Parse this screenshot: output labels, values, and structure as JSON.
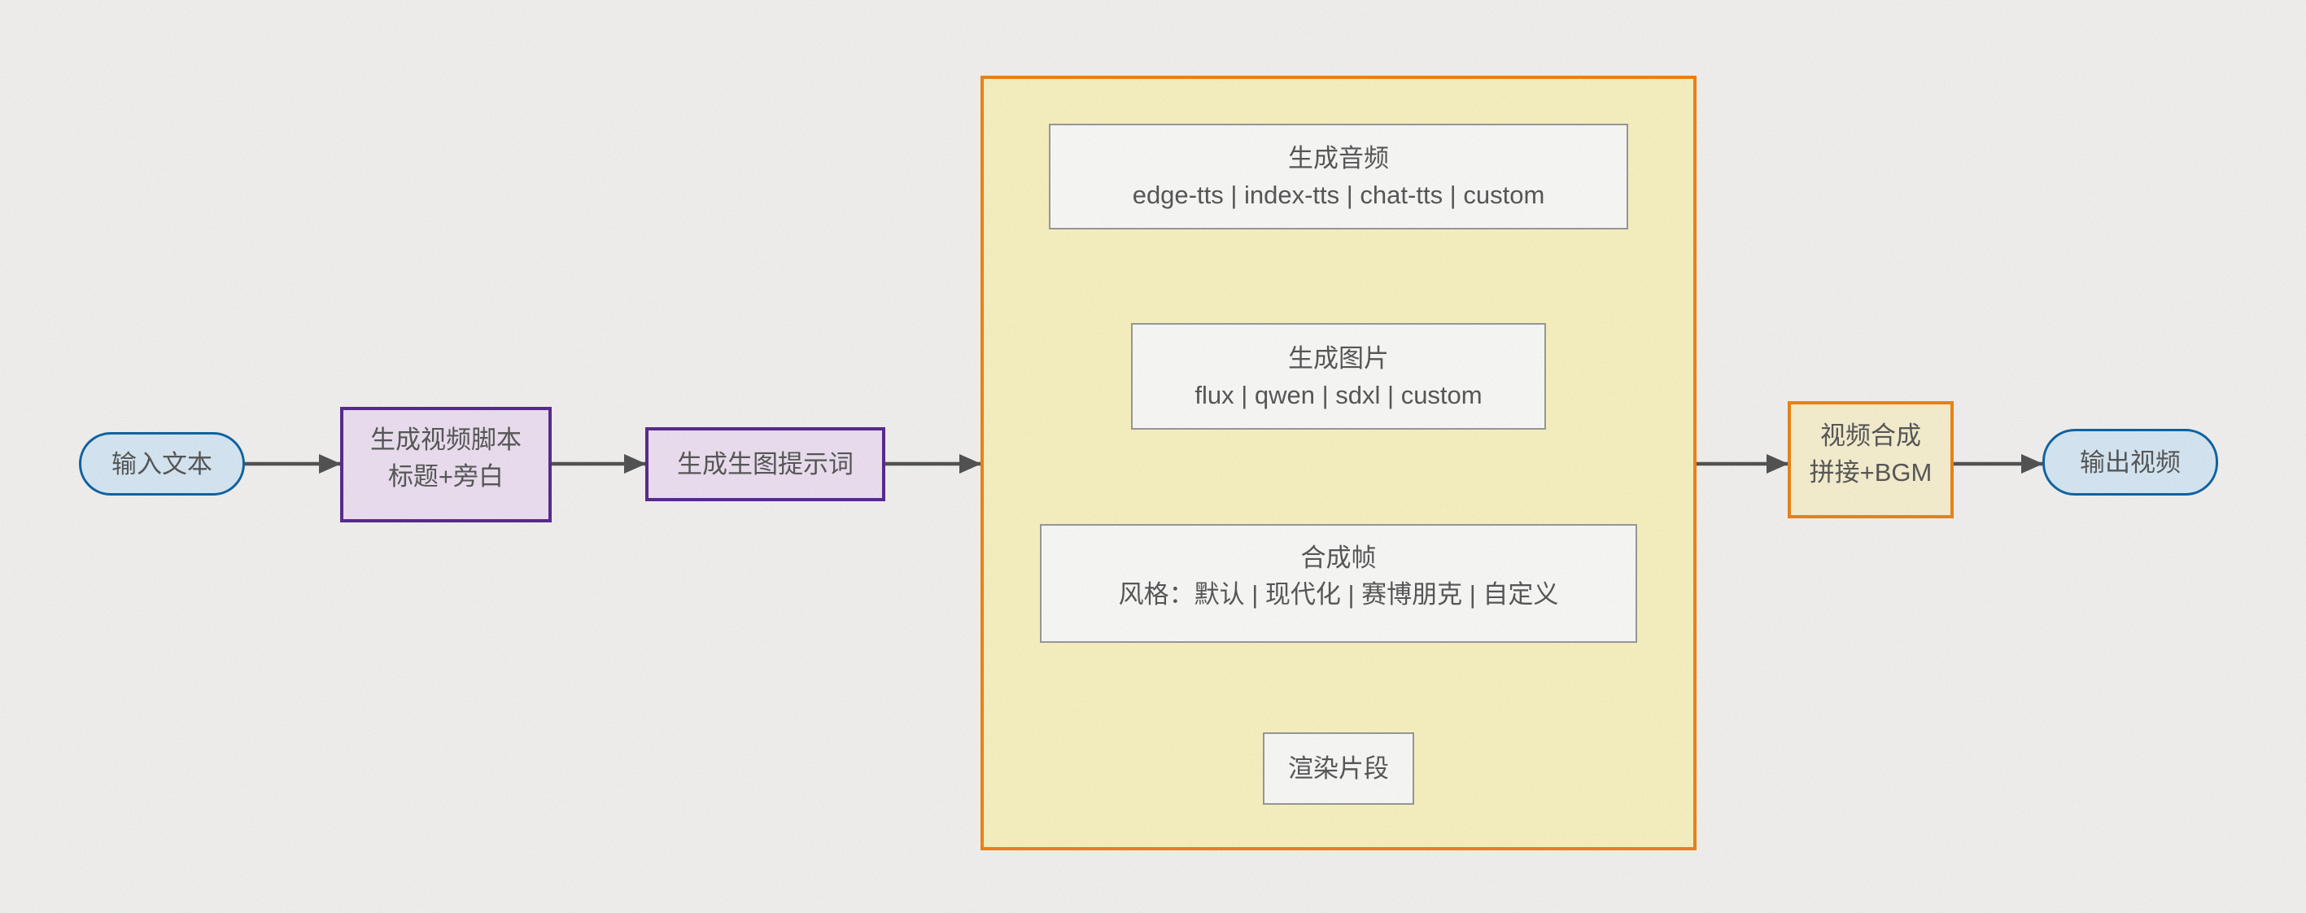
{
  "colors": {
    "background": "#f6f5f4",
    "arrow": "#555555",
    "text": "#5a5a5a",
    "pill_fill": "#daecf8",
    "pill_border": "#1266a5",
    "purple_fill": "#f0e3f5",
    "purple_border": "#5b2d8f",
    "subgraph_fill": "#fcf6c5",
    "subgraph_border": "#f0871a",
    "white_fill": "#fdfdfc",
    "white_border": "#9c9c9c",
    "compose_fill": "#faf3d3",
    "compose_border": "#f0871a"
  },
  "nodes": {
    "input": {
      "lines": [
        "输入文本"
      ]
    },
    "script": {
      "lines": [
        "生成视频脚本",
        "标题+旁白"
      ]
    },
    "prompt": {
      "lines": [
        "生成生图提示词"
      ]
    },
    "audio": {
      "lines": [
        "生成音频",
        "edge-tts | index-tts | chat-tts | custom"
      ]
    },
    "image": {
      "lines": [
        "生成图片",
        "flux | qwen | sdxl | custom"
      ]
    },
    "frame": {
      "lines": [
        "合成帧",
        "风格：默认 | 现代化 | 赛博朋克 | 自定义"
      ]
    },
    "render": {
      "lines": [
        "渲染片段"
      ]
    },
    "compose": {
      "lines": [
        "视频合成",
        "拼接+BGM"
      ]
    },
    "output": {
      "lines": [
        "输出视频"
      ]
    }
  }
}
